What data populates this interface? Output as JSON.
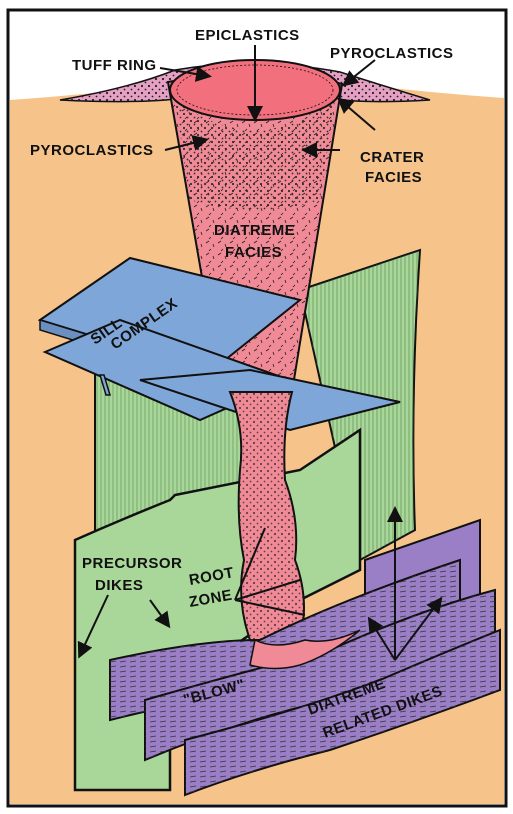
{
  "labels": {
    "epiclastics": "EPICLASTICS",
    "tuff_ring": "TUFF RING",
    "pyroclastics_top": "PYROCLASTICS",
    "pyroclastics_left": "PYROCLASTICS",
    "crater_facies_1": "CRATER",
    "crater_facies_2": "FACIES",
    "diatreme_facies_1": "DIATREME",
    "diatreme_facies_2": "FACIES",
    "sill_1": "SILL",
    "sill_2": "COMPLEX",
    "precursor_1": "PRECURSOR",
    "precursor_2": "DIKES",
    "root_1": "ROOT",
    "root_2": "ZONE",
    "blow": "\"BLOW\"",
    "diatreme_related_1": "DIATREME",
    "diatreme_related_2": "RELATED DIKES"
  },
  "colors": {
    "sky": "#ffffff",
    "ground": "#f6c48a",
    "diatreme": "#f08a96",
    "crater": "#f2707e",
    "tuff": "#e6a0c4",
    "sill": "#7fa6d8",
    "precursor": "#a9d79a",
    "related": "#9a7ec6",
    "frame": "#111111"
  }
}
